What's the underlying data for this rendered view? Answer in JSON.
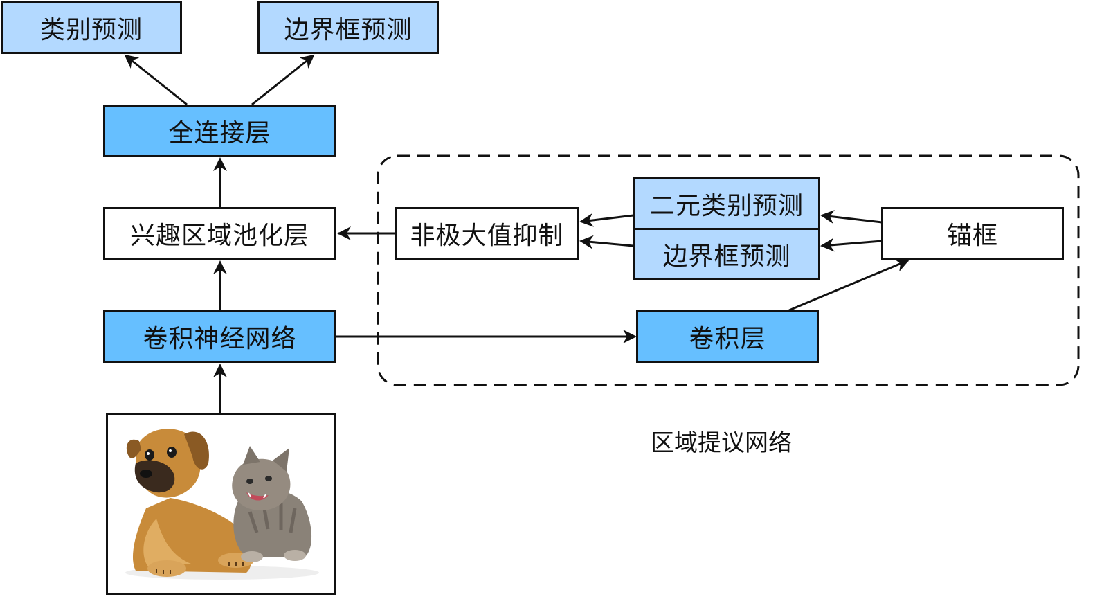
{
  "colors": {
    "dark_blue": "#66bfff",
    "light_blue": "#b3d9ff",
    "white": "#ffffff",
    "line": "#111111"
  },
  "nodes": {
    "class_pred": "类别预测",
    "bbox_pred_top": "边界框预测",
    "fc": "全连接层",
    "roi_pool": "兴趣区域池化层",
    "cnn": "卷积神经网络",
    "nms": "非极大值抑制",
    "binary_class_pred": "二元类别预测",
    "bbox_pred_rpn": "边界框预测",
    "anchor": "锚框",
    "conv": "卷积层"
  },
  "rpn_label": "区域提议网络",
  "input_image": "dog-and-kitten-photo"
}
